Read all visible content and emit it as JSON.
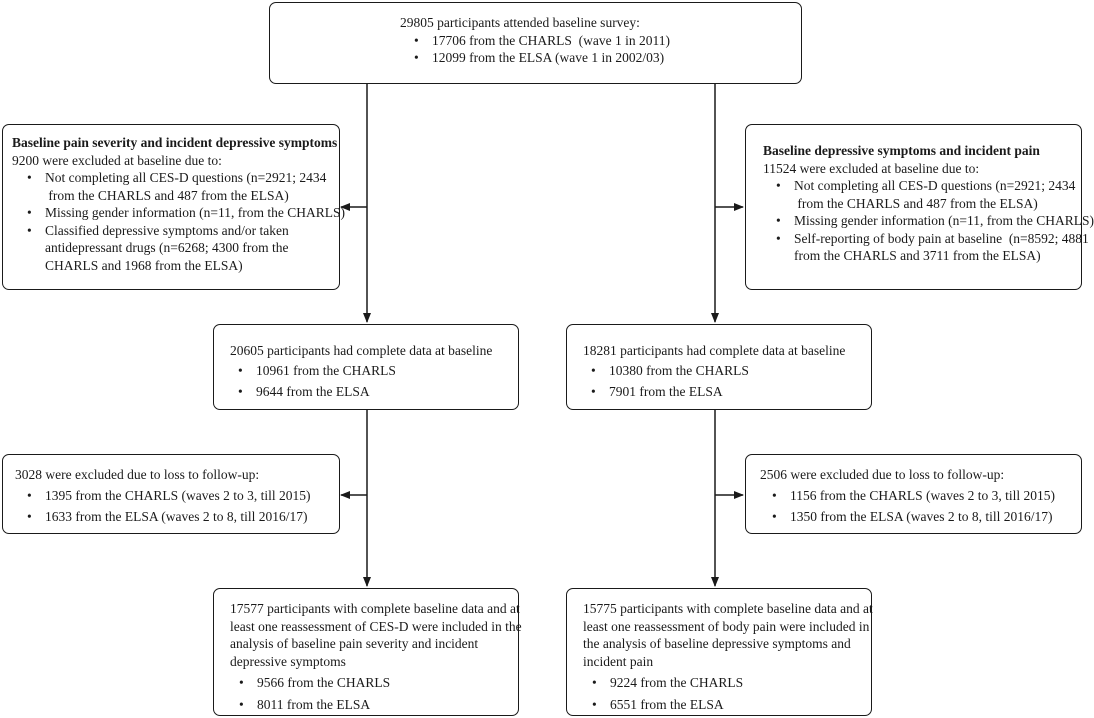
{
  "top": {
    "header": "29805 participants attended baseline survey:",
    "items": [
      "17706 from the CHARLS  (wave 1 in 2011)",
      "12099 from the ELSA (wave 1 in 2002/03)"
    ]
  },
  "left_excl": {
    "title": "Baseline pain severity and incident depressive symptoms",
    "header": "9200 were excluded at baseline due to:",
    "items": [
      "Not completing all CES-D questions (n=2921; 2434\n from the CHARLS and 487 from the ELSA)",
      "Missing gender information (n=11, from the CHARLS)",
      "Classified depressive symptoms and/or taken\nantidepressant drugs (n=6268; 4300 from the\nCHARLS and 1968 from the ELSA)"
    ]
  },
  "right_excl": {
    "title": "Baseline depressive symptoms and incident pain",
    "header": "11524 were excluded at baseline due to:",
    "items": [
      "Not completing all CES-D questions (n=2921; 2434\n from the CHARLS and 487 from the ELSA)",
      "Missing gender information (n=11, from the CHARLS)",
      "Self-reporting of body pain at baseline  (n=8592; 4881\nfrom the CHARLS and 3711 from the ELSA)"
    ]
  },
  "left_complete": {
    "header": "20605 participants had complete data at baseline",
    "items": [
      "10961 from the CHARLS",
      "9644 from the ELSA"
    ]
  },
  "right_complete": {
    "header": "18281 participants had complete data at baseline",
    "items": [
      "10380 from the CHARLS",
      "7901 from the ELSA"
    ]
  },
  "left_loss": {
    "header": "3028 were excluded due to loss to follow-up:",
    "items": [
      "1395 from the CHARLS (waves 2 to 3, till 2015)",
      "1633 from the ELSA (waves 2 to 8, till 2016/17)"
    ]
  },
  "right_loss": {
    "header": "2506 were excluded due to loss to follow-up:",
    "items": [
      "1156 from the CHARLS (waves 2 to 3, till 2015)",
      "1350 from the ELSA (waves 2 to 8, till 2016/17)"
    ]
  },
  "left_final": {
    "header": "17577 participants with complete baseline data and at\nleast one reassessment of CES-D were included in the\nanalysis of baseline pain severity and incident\ndepressive symptoms",
    "items": [
      "9566 from the CHARLS",
      "8011 from the ELSA"
    ]
  },
  "right_final": {
    "header": "15775 participants with complete baseline data and at\nleast one reassessment of body pain were included in\nthe analysis of baseline depressive symptoms and\nincident pain",
    "items": [
      "9224 from the CHARLS",
      "6551 from the ELSA"
    ]
  }
}
